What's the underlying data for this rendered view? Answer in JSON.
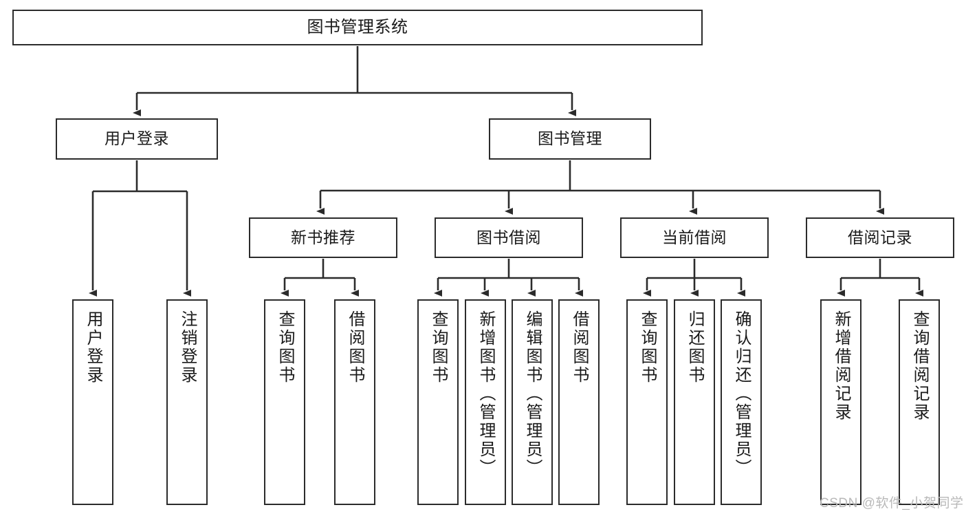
{
  "diagram": {
    "type": "hierarchy-tree",
    "title": "图书管理系统",
    "watermark": "CSDN @软件_小贺同学",
    "colors": {
      "box_border": "#2b2b2b",
      "box_fill": "#ffffff",
      "edge": "#2b2b2b",
      "text": "#1a1a1a",
      "watermark": "#b9b9b9"
    },
    "nodes": {
      "root": {
        "label": "图书管理系统"
      },
      "level2": [
        {
          "label": "用户登录"
        },
        {
          "label": "图书管理"
        }
      ],
      "level3": [
        {
          "label": "新书推荐"
        },
        {
          "label": "图书借阅"
        },
        {
          "label": "当前借阅"
        },
        {
          "label": "借阅记录"
        }
      ],
      "leaves": {
        "user_login": [
          {
            "label": "用户登录"
          },
          {
            "label": "注销登录"
          }
        ],
        "new_book_recommend": [
          {
            "label": "查询图书"
          },
          {
            "label": "借阅图书"
          }
        ],
        "book_borrow": [
          {
            "label": "查询图书"
          },
          {
            "label": "新增图书（管理员）"
          },
          {
            "label": "编辑图书（管理员）"
          },
          {
            "label": "借阅图书"
          }
        ],
        "current_borrow": [
          {
            "label": "查询图书"
          },
          {
            "label": "归还图书"
          },
          {
            "label": "确认归还（管理员）"
          }
        ],
        "borrow_record": [
          {
            "label": "新增借阅记录"
          },
          {
            "label": "查询借阅记录"
          }
        ]
      }
    }
  }
}
